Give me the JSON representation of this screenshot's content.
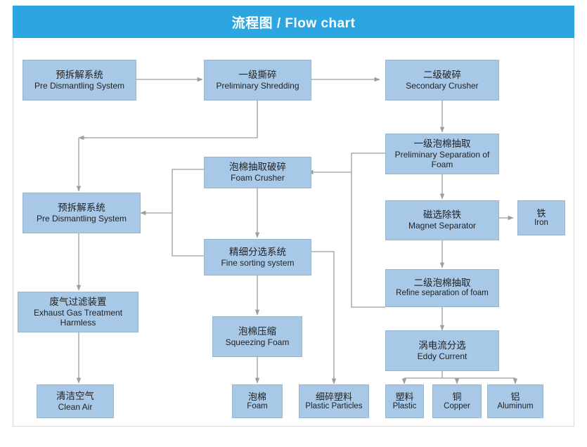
{
  "header": {
    "title": "流程图 / Flow chart",
    "bar_color": "#2ca6e0",
    "text_color": "#ffffff"
  },
  "style": {
    "node_fill": "#a8c8e8",
    "node_border": "#9ab4cf",
    "connector_color": "#9d9d9d",
    "frame_border": "#d9d9d9",
    "page_background": "#ffffff"
  },
  "nodes": {
    "pre_dismantling_1": {
      "cn": "预拆解系统",
      "en": "Pre Dismantling System"
    },
    "preliminary_shredding": {
      "cn": "一级撕碎",
      "en": "Preliminary Shredding"
    },
    "secondary_crusher": {
      "cn": "二级破碎",
      "en": "Secondary Crusher"
    },
    "preliminary_separation_foam": {
      "cn": "一级泡棉抽取",
      "en": "Preliminary Separation of Foam"
    },
    "foam_crusher": {
      "cn": "泡棉抽取破碎",
      "en": "Foam Crusher"
    },
    "magnet_separator": {
      "cn": "磁选除铁",
      "en": "Magnet Separator"
    },
    "iron": {
      "cn": "铁",
      "en": "Iron"
    },
    "pre_dismantling_2": {
      "cn": "预拆解系统",
      "en": "Pre Dismantling System"
    },
    "fine_sorting_system": {
      "cn": "精细分选系统",
      "en": "Fine sorting system"
    },
    "refine_separation_foam": {
      "cn": "二级泡棉抽取",
      "en": "Refine separation of foam"
    },
    "exhaust_gas": {
      "cn": "废气过滤装置",
      "en": "Exhaust Gas Treatment Harmless"
    },
    "squeezing_foam": {
      "cn": "泡棉压缩",
      "en": "Squeezing Foam"
    },
    "eddy_current": {
      "cn": "涡电流分选",
      "en": "Eddy Current"
    },
    "clean_air": {
      "cn": "清洁空气",
      "en": "Clean Air"
    },
    "foam": {
      "cn": "泡棉",
      "en": "Foam"
    },
    "plastic_particles": {
      "cn": "细碎塑料",
      "en": "Plastic Particles"
    },
    "plastic": {
      "cn": "塑料",
      "en": "Plastic"
    },
    "copper": {
      "cn": "铜",
      "en": "Copper"
    },
    "aluminum": {
      "cn": "铝",
      "en": "Aluminum"
    }
  },
  "chart_data": {
    "type": "diagram",
    "title": "流程图 / Flow chart",
    "steps": [
      "预拆解系统 / Pre Dismantling System",
      "一级撕碎 / Preliminary Shredding",
      "二级破碎 / Secondary Crusher",
      "一级泡棉抽取 / Preliminary Separation of Foam",
      "泡棉抽取破碎 / Foam Crusher",
      "磁选除铁 / Magnet Separator",
      "铁 / Iron",
      "预拆解系统 / Pre Dismantling System",
      "精细分选系统 / Fine sorting system",
      "二级泡棉抽取 / Refine separation of foam",
      "废气过滤装置 / Exhaust Gas Treatment Harmless",
      "泡棉压缩 / Squeezing Foam",
      "涡电流分选 / Eddy Current",
      "清洁空气 / Clean Air",
      "泡棉 / Foam",
      "细碎塑料 / Plastic Particles",
      "塑料 / Plastic",
      "铜 / Copper",
      "铝 / Aluminum"
    ],
    "edges": [
      [
        "预拆解系统 / Pre Dismantling System",
        "一级撕碎 / Preliminary Shredding"
      ],
      [
        "一级撕碎 / Preliminary Shredding",
        "二级破碎 / Secondary Crusher"
      ],
      [
        "一级撕碎 / Preliminary Shredding",
        "预拆解系统 / Pre Dismantling System (2)"
      ],
      [
        "二级破碎 / Secondary Crusher",
        "一级泡棉抽取 / Preliminary Separation of Foam"
      ],
      [
        "一级泡棉抽取 / Preliminary Separation of Foam",
        "磁选除铁 / Magnet Separator"
      ],
      [
        "一级泡棉抽取 / Preliminary Separation of Foam",
        "泡棉抽取破碎 / Foam Crusher"
      ],
      [
        "磁选除铁 / Magnet Separator",
        "铁 / Iron"
      ],
      [
        "磁选除铁 / Magnet Separator",
        "二级泡棉抽取 / Refine separation of foam"
      ],
      [
        "二级泡棉抽取 / Refine separation of foam",
        "泡棉抽取破碎 / Foam Crusher"
      ],
      [
        "二级泡棉抽取 / Refine separation of foam",
        "涡电流分选 / Eddy Current"
      ],
      [
        "泡棉抽取破碎 / Foam Crusher",
        "精细分选系统 / Fine sorting system"
      ],
      [
        "泡棉抽取破碎 / Foam Crusher",
        "预拆解系统 / Pre Dismantling System (2)"
      ],
      [
        "精细分选系统 / Fine sorting system",
        "泡棉压缩 / Squeezing Foam"
      ],
      [
        "精细分选系统 / Fine sorting system",
        "细碎塑料 / Plastic Particles"
      ],
      [
        "预拆解系统 / Pre Dismantling System (2)",
        "废气过滤装置 / Exhaust Gas Treatment Harmless"
      ],
      [
        "废气过滤装置 / Exhaust Gas Treatment Harmless",
        "清洁空气 / Clean Air"
      ],
      [
        "泡棉压缩 / Squeezing Foam",
        "泡棉 / Foam"
      ],
      [
        "涡电流分选 / Eddy Current",
        "塑料 / Plastic"
      ],
      [
        "涡电流分选 / Eddy Current",
        "铜 / Copper"
      ],
      [
        "涡电流分选 / Eddy Current",
        "铝 / Aluminum"
      ]
    ]
  }
}
